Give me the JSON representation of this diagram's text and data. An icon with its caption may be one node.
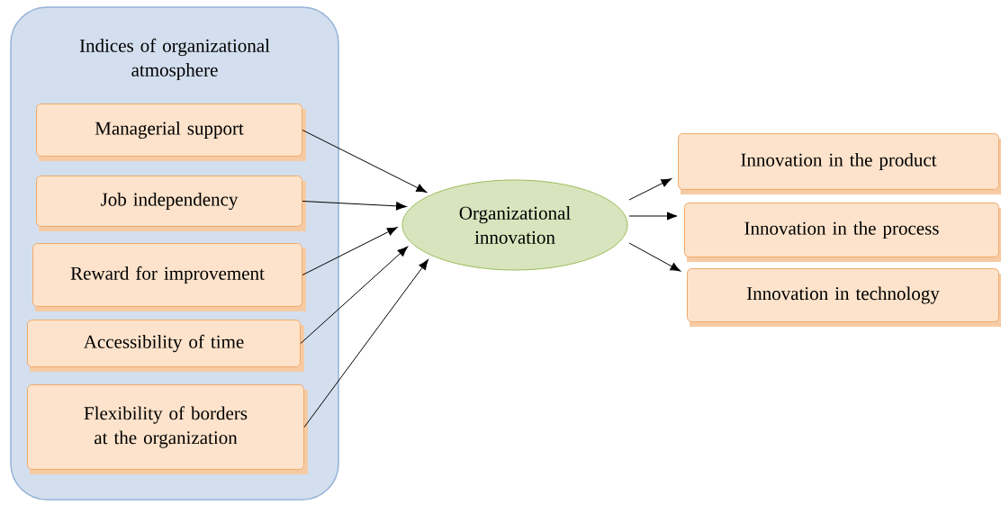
{
  "diagram": {
    "nodes": [
      {
        "text": [
          "Indices of organizational atmosphere"
        ]
      },
      {
        "text": [
          "Managerial support"
        ],
        "in": 0
      },
      {
        "text": [
          "Job independency"
        ],
        "in": 0
      },
      {
        "text": [
          "Reward for improvement"
        ],
        "in": 0
      },
      {
        "text": [
          "Accessibility of time"
        ],
        "in": 0
      },
      {
        "text": [
          "Flexibility of borders at the organization"
        ],
        "in": 0
      },
      {
        "text": [
          "Organizational innovation"
        ]
      },
      {
        "text": [
          "Innovation in the product"
        ]
      },
      {
        "text": [
          "Innovation in the process"
        ]
      },
      {
        "text": [
          "Innovation in technology"
        ]
      }
    ],
    "edges": [
      {
        "from": 1,
        "to": 6,
        "arrow": "to"
      },
      {
        "from": 2,
        "to": 6,
        "arrow": "to"
      },
      {
        "from": 3,
        "to": 6,
        "arrow": "to"
      },
      {
        "from": 4,
        "to": 6,
        "arrow": "to"
      },
      {
        "from": 5,
        "to": 6,
        "arrow": "to"
      },
      {
        "from": 6,
        "to": 7,
        "arrow": "to"
      },
      {
        "from": 6,
        "to": 8,
        "arrow": "to"
      },
      {
        "from": 6,
        "to": 9,
        "arrow": "to"
      }
    ]
  }
}
